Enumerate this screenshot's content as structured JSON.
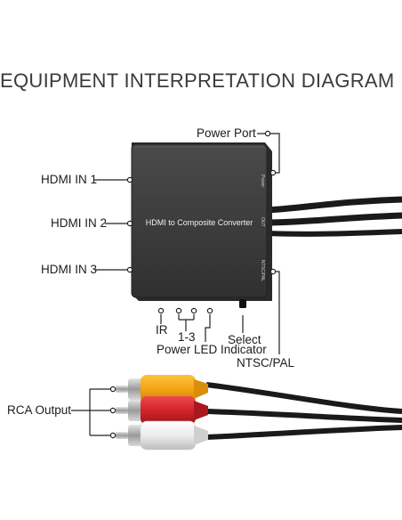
{
  "title": "EQUIPMENT INTERPRETATION DIAGRAM",
  "device": {
    "name": "HDMI to Composite Converter",
    "side_labels": {
      "power": "Power",
      "out": "OUT",
      "ntsc_pal": "NTSC/PAL"
    }
  },
  "callouts": {
    "power_port": "Power Port",
    "hdmi_in_1": "HDMI IN 1",
    "hdmi_in_2": "HDMI IN 2",
    "hdmi_in_3": "HDMI IN 3",
    "ir": "IR",
    "leds_1_3": "1-3",
    "select": "Select",
    "power_led": "Power LED Indicator",
    "ntsc_pal": "NTSC/PAL",
    "rca_output": "RCA Output"
  },
  "colors": {
    "device_body": "#3d3d3d",
    "cable": "#1a1a1a",
    "rca_yellow": "#f2a516",
    "rca_red": "#d3232a",
    "rca_white": "#eeeeee",
    "leader_line": "#222222"
  }
}
